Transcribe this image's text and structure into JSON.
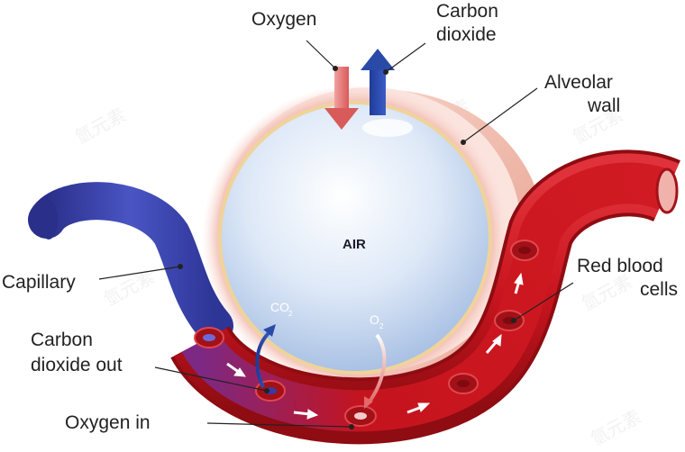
{
  "labels": {
    "oxygen": "Oxygen",
    "carbon_dioxide": [
      "Carbon",
      "dioxide"
    ],
    "alveolar_wall": [
      "Alveolar",
      "wall"
    ],
    "capillary": "Capillary",
    "red_blood_cells": [
      "Red blood",
      "cells"
    ],
    "carbon_dioxide_out": [
      "Carbon",
      "dioxide out"
    ],
    "oxygen_in": "Oxygen in",
    "air": "AIR",
    "co2": "CO",
    "co2_sub": "2",
    "o2": "O",
    "o2_sub": "2"
  },
  "watermark": "氫元素",
  "colors": {
    "vein_blue": "#3c47b0",
    "artery_red": "#c8141e",
    "oxygen_arrow": "#e07070",
    "co2_arrow": "#2a4aa8",
    "alveolus": "#cfe0f4"
  }
}
